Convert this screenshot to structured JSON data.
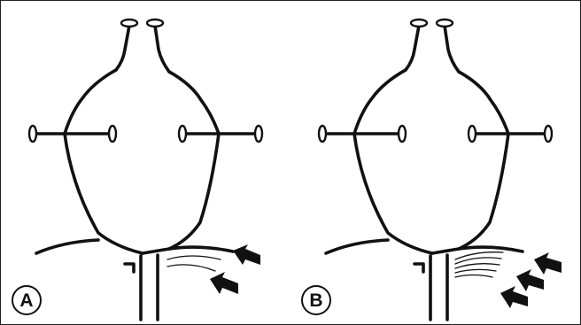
{
  "panels": [
    {
      "label": "A",
      "arrow_count": 2
    },
    {
      "label": "B",
      "arrow_count": 3
    }
  ],
  "colors": {
    "line": "#111111",
    "background": "#ffffff"
  },
  "icons": [
    "arrow-icon",
    "label-badge"
  ]
}
